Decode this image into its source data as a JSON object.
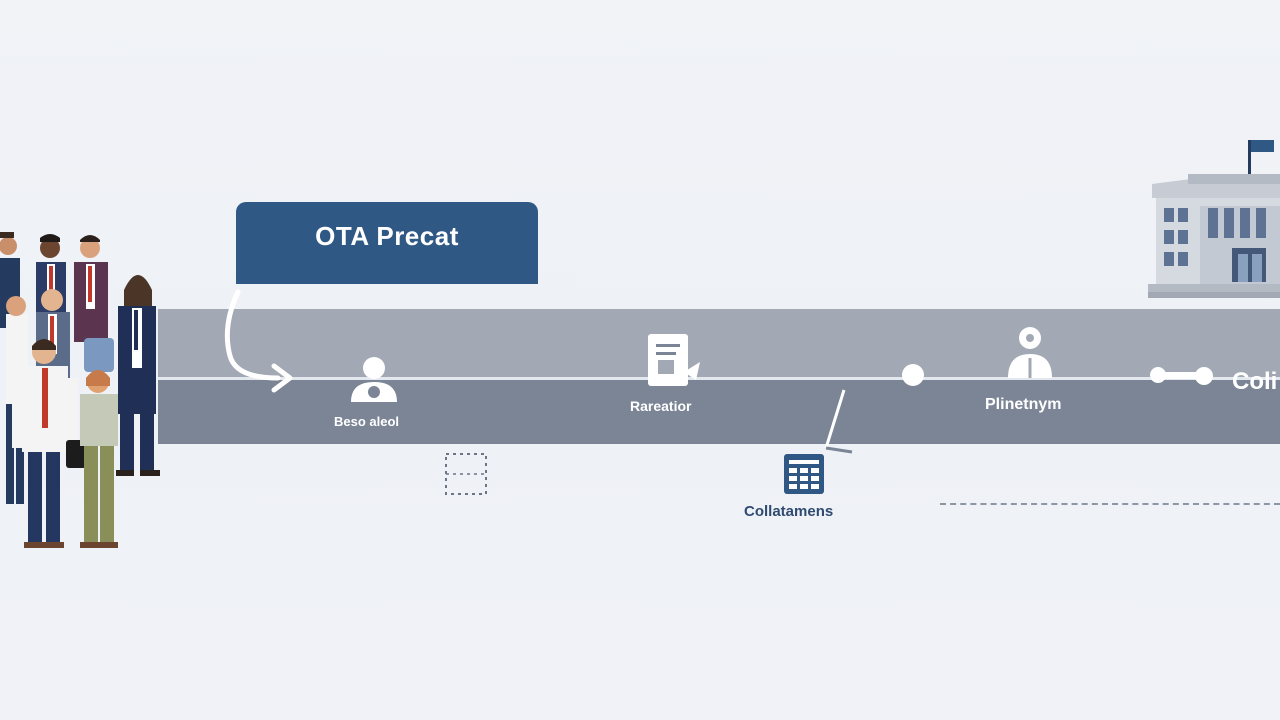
{
  "title": "OTA Precat",
  "steps": [
    {
      "label": "Beso aleol",
      "icon": "person-icon"
    },
    {
      "label": "Rareatior",
      "icon": "document-icon"
    },
    {
      "label": "Plinetnym",
      "icon": "user-group-icon"
    },
    {
      "label": "Coli",
      "icon": "connector-icon"
    }
  ],
  "below": [
    {
      "label": "Collatamens",
      "icon": "table-icon"
    }
  ],
  "colors": {
    "title_bg": "#2f5884",
    "band_top": "#a3a9b4",
    "band_bottom": "#7b8596",
    "accent_red": "#c0392b",
    "navy": "#243a5e"
  },
  "decor": {
    "people": "group-of-people-illustration",
    "building": "government-building-illustration"
  }
}
